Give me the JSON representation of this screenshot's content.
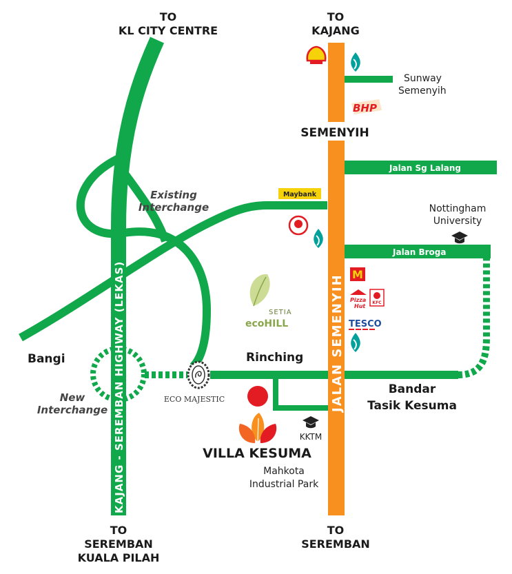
{
  "colors": {
    "road_green": "#10a84a",
    "road_orange": "#f7901e",
    "villa_orange": "#f7901e",
    "red_marker": "#e31b23",
    "text_dark": "#222222"
  },
  "destinations": {
    "kl_to": "TO",
    "kl_name": "KL CITY CENTRE",
    "kajang_to": "TO",
    "kajang_name": "KAJANG",
    "seremban_kp_to": "TO",
    "seremban_kp_name1": "SEREMBAN",
    "seremban_kp_name2": "KUALA PILAH",
    "seremban_to": "TO",
    "seremban_name": "SEREMBAN"
  },
  "roads": {
    "highway": "KAJANG - SEREMBAN HIGHWAY (LEKAS)",
    "jalan_semenyih": "JALAN SEMENYIH",
    "jalan_sg_lalang": "Jalan Sg Lalang",
    "jalan_broga": "Jalan Broga"
  },
  "places": {
    "sunway1": "Sunway",
    "sunway2": "Semenyih",
    "semenyih": "SEMENYIH",
    "existing1": "Existing",
    "existing2": "Interchange",
    "new1": "New",
    "new2": "Interchange",
    "bangi": "Bangi",
    "nottingham1": "Nottingham",
    "nottingham2": "University",
    "rinching": "Rinching",
    "bandar1": "Bandar",
    "bandar2": "Tasik Kesuma",
    "eco_majestic": "ECO MAJESTIC",
    "kktm": "KKTM",
    "villa_kesuma": "VILLA KESUMA",
    "mahkota1": "Mahkota",
    "mahkota2": "Industrial Park",
    "setia": "SETIA",
    "ecohill": "ecoHILL"
  },
  "brands": {
    "maybank": "Maybank",
    "tesco": "TESCO",
    "bhp": "BHP",
    "pizza1": "Pizza",
    "pizza2": "Hut",
    "kfc": "KFC"
  },
  "icons": [
    "shell-icon",
    "petronas-icon",
    "bhp-logo",
    "maybank-logo",
    "red-bank-icon",
    "mcdonalds-icon",
    "pizzahut-icon",
    "kfc-icon",
    "tesco-logo",
    "graduation-cap-icon",
    "setia-ecohill-logo",
    "eco-majestic-emblem",
    "villa-kesuma-leaf-logo",
    "red-location-marker"
  ]
}
